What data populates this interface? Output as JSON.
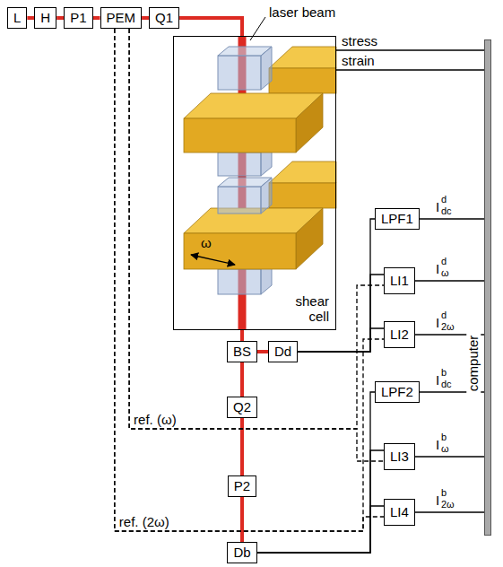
{
  "diagram": {
    "nodes": [
      {
        "text": [
          "L"
        ]
      },
      {
        "text": [
          "H"
        ]
      },
      {
        "text": [
          "P1"
        ]
      },
      {
        "text": [
          "PEM"
        ]
      },
      {
        "text": [
          "Q1"
        ]
      },
      {
        "text": [
          "shear cell"
        ]
      },
      {
        "text": [
          "BS"
        ]
      },
      {
        "text": [
          "Dd"
        ]
      },
      {
        "text": [
          "Q2"
        ]
      },
      {
        "text": [
          "P2"
        ]
      },
      {
        "text": [
          "Db"
        ]
      },
      {
        "text": [
          "LPF1"
        ]
      },
      {
        "text": [
          "LI1"
        ]
      },
      {
        "text": [
          "LI2"
        ]
      },
      {
        "text": [
          "LPF2"
        ]
      },
      {
        "text": [
          "LI3"
        ]
      },
      {
        "text": [
          "LI4"
        ]
      },
      {
        "text": [
          "computer"
        ]
      }
    ],
    "edges": [
      {
        "from": 0,
        "to": 1,
        "arrow": "none"
      },
      {
        "from": 1,
        "to": 2,
        "arrow": "none"
      },
      {
        "from": 2,
        "to": 3,
        "arrow": "none"
      },
      {
        "from": 3,
        "to": 4,
        "arrow": "none"
      },
      {
        "from": 4,
        "to": 5,
        "arrow": "none"
      },
      {
        "from": 5,
        "to": 6,
        "arrow": "none"
      },
      {
        "from": 6,
        "to": 7,
        "arrow": "none"
      },
      {
        "from": 6,
        "to": 8,
        "arrow": "none"
      },
      {
        "from": 8,
        "to": 9,
        "arrow": "none"
      },
      {
        "from": 9,
        "to": 10,
        "arrow": "none"
      },
      {
        "from": 7,
        "to": 11,
        "arrow": "none"
      },
      {
        "from": 7,
        "to": 12,
        "arrow": "none"
      },
      {
        "from": 7,
        "to": 13,
        "arrow": "none"
      },
      {
        "from": 10,
        "to": 14,
        "arrow": "none"
      },
      {
        "from": 10,
        "to": 15,
        "arrow": "none"
      },
      {
        "from": 10,
        "to": 16,
        "arrow": "none"
      },
      {
        "from": 3,
        "to": 12,
        "label": "ref. (ω)",
        "arrow": "none"
      },
      {
        "from": 3,
        "to": 15,
        "arrow": "none"
      },
      {
        "from": 3,
        "to": 13,
        "label": "ref. (2ω)",
        "arrow": "none"
      },
      {
        "from": 3,
        "to": 16,
        "arrow": "none"
      },
      {
        "from": 5,
        "to": 17,
        "label": "stress",
        "arrow": "none"
      },
      {
        "from": 5,
        "to": 17,
        "label": "strain",
        "arrow": "none"
      },
      {
        "from": 11,
        "to": 17,
        "arrow": "none"
      },
      {
        "from": 12,
        "to": 17,
        "arrow": "none"
      },
      {
        "from": 13,
        "to": 17,
        "arrow": "none"
      },
      {
        "from": 14,
        "to": 17,
        "arrow": "none"
      },
      {
        "from": 15,
        "to": 17,
        "arrow": "none"
      },
      {
        "from": 16,
        "to": 17,
        "arrow": "none"
      }
    ],
    "labels": [
      "laser beam",
      "ω",
      "I",
      "d",
      "dc",
      "I",
      "d",
      "ω",
      "I",
      "d",
      "2ω",
      "I",
      "b",
      "dc",
      "I",
      "b",
      "ω",
      "I",
      "b",
      "2ω"
    ]
  }
}
